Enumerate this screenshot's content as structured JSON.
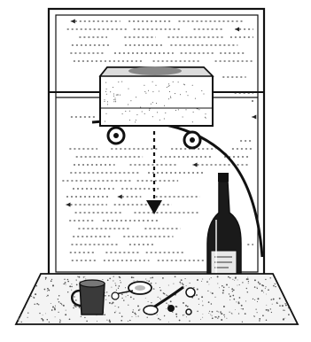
{
  "illustration": {
    "subject": "window-scene",
    "colors": {
      "ink": "#111111",
      "paper": "#ffffff",
      "grain": "#555555"
    }
  },
  "window": {
    "panes": 2,
    "streak_direction": "leftward"
  },
  "cart": {
    "wheels": 2,
    "motion": "downward"
  },
  "table_items": [
    "cup",
    "bottle",
    "spoon",
    "key",
    "bottle-cap",
    "crumbs"
  ]
}
